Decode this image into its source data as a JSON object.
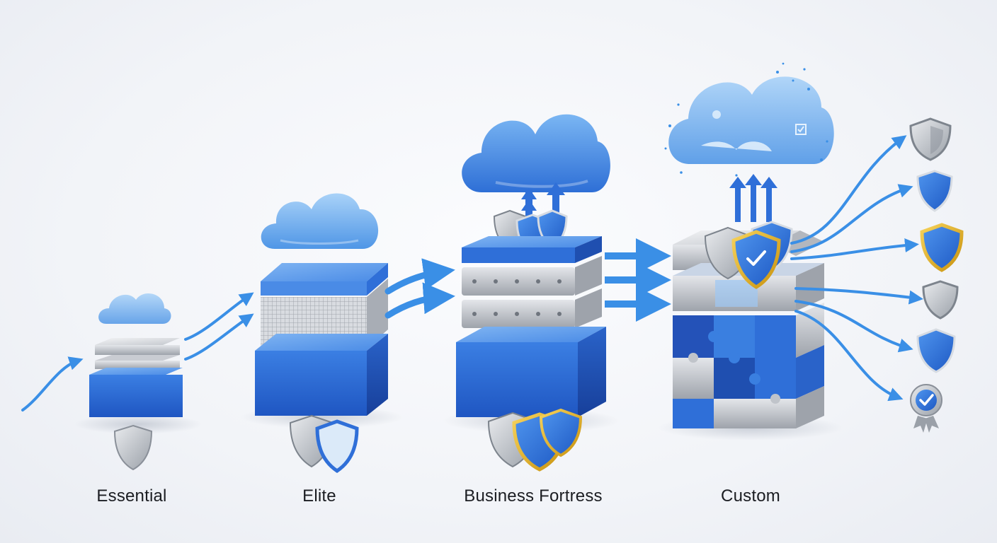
{
  "tiers": [
    {
      "label": "Essential"
    },
    {
      "label": "Elite"
    },
    {
      "label": "Business Fortress"
    },
    {
      "label": "Custom"
    }
  ],
  "colors": {
    "blue": "#2f6fd8",
    "blue_dark": "#1f4fb0",
    "blue_light": "#7fb6ee",
    "cloud": "#6fb0ee",
    "silver": "#b8bcc3",
    "gold": "#e6b626",
    "arrow": "#3a8fe6"
  },
  "icons": [
    "cloud-icon",
    "server-layer-icon",
    "shield-icon",
    "arrow-icon",
    "puzzle-cube-icon",
    "badge-check-icon"
  ]
}
